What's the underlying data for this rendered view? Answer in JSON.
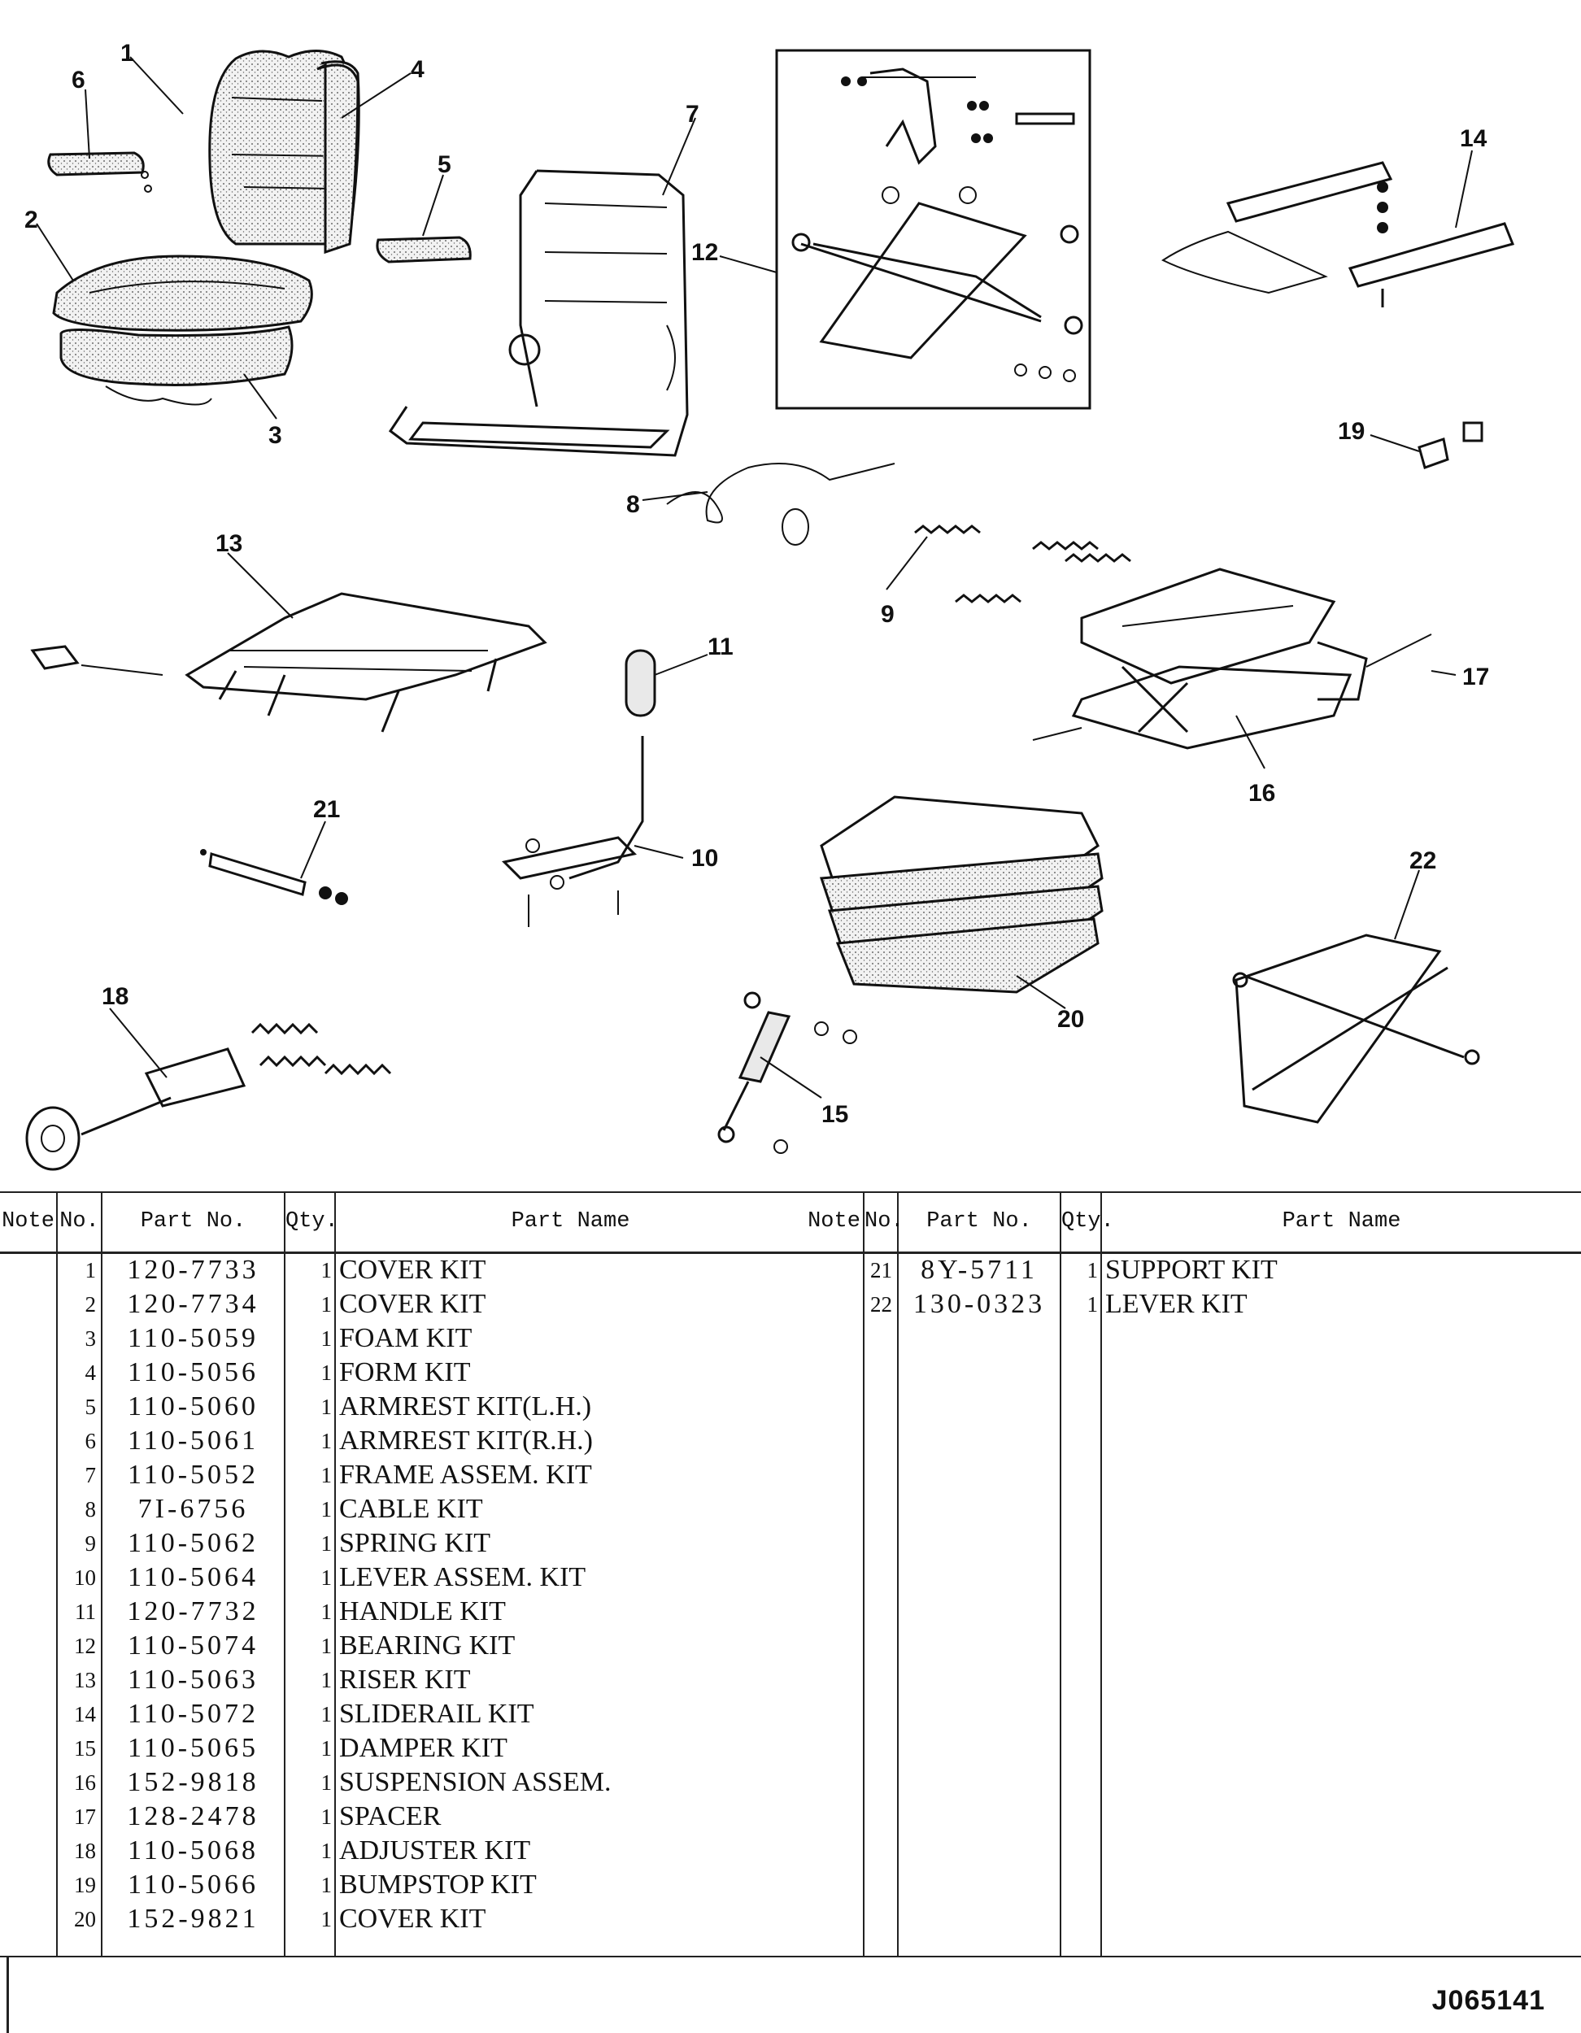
{
  "callouts": [
    "1",
    "2",
    "3",
    "4",
    "5",
    "6",
    "7",
    "8",
    "9",
    "10",
    "11",
    "12",
    "13",
    "14",
    "15",
    "16",
    "17",
    "18",
    "19",
    "20",
    "21",
    "22"
  ],
  "table": {
    "headers": {
      "note": "Note",
      "no": "No.",
      "part_no": "Part No.",
      "qty": "Qty.",
      "part_name": "Part Name"
    },
    "left_rows": [
      {
        "no": "1",
        "part_no": "120-7733",
        "qty": "1",
        "name": "COVER KIT"
      },
      {
        "no": "2",
        "part_no": "120-7734",
        "qty": "1",
        "name": "COVER KIT"
      },
      {
        "no": "3",
        "part_no": "110-5059",
        "qty": "1",
        "name": "FOAM KIT"
      },
      {
        "no": "4",
        "part_no": "110-5056",
        "qty": "1",
        "name": "FORM KIT"
      },
      {
        "no": "5",
        "part_no": "110-5060",
        "qty": "1",
        "name": "ARMREST KIT(L.H.)"
      },
      {
        "no": "6",
        "part_no": "110-5061",
        "qty": "1",
        "name": "ARMREST KIT(R.H.)"
      },
      {
        "no": "7",
        "part_no": "110-5052",
        "qty": "1",
        "name": "FRAME ASSEM. KIT"
      },
      {
        "no": "8",
        "part_no": "7I-6756",
        "qty": "1",
        "name": "CABLE KIT"
      },
      {
        "no": "9",
        "part_no": "110-5062",
        "qty": "1",
        "name": "SPRING KIT"
      },
      {
        "no": "10",
        "part_no": "110-5064",
        "qty": "1",
        "name": "LEVER ASSEM. KIT"
      },
      {
        "no": "11",
        "part_no": "120-7732",
        "qty": "1",
        "name": "HANDLE KIT"
      },
      {
        "no": "12",
        "part_no": "110-5074",
        "qty": "1",
        "name": "BEARING KIT"
      },
      {
        "no": "13",
        "part_no": "110-5063",
        "qty": "1",
        "name": "RISER KIT"
      },
      {
        "no": "14",
        "part_no": "110-5072",
        "qty": "1",
        "name": "SLIDERAIL KIT"
      },
      {
        "no": "15",
        "part_no": "110-5065",
        "qty": "1",
        "name": "DAMPER KIT"
      },
      {
        "no": "16",
        "part_no": "152-9818",
        "qty": "1",
        "name": "SUSPENSION ASSEM."
      },
      {
        "no": "17",
        "part_no": "128-2478",
        "qty": "1",
        "name": "SPACER"
      },
      {
        "no": "18",
        "part_no": "110-5068",
        "qty": "1",
        "name": "ADJUSTER KIT"
      },
      {
        "no": "19",
        "part_no": "110-5066",
        "qty": "1",
        "name": "BUMPSTOP KIT"
      },
      {
        "no": "20",
        "part_no": "152-9821",
        "qty": "1",
        "name": "COVER KIT"
      }
    ],
    "right_rows": [
      {
        "no": "21",
        "part_no": "8Y-5711",
        "qty": "1",
        "name": "SUPPORT KIT"
      },
      {
        "no": "22",
        "part_no": "130-0323",
        "qty": "1",
        "name": "LEVER KIT"
      }
    ]
  },
  "drawing_code": "J065141"
}
